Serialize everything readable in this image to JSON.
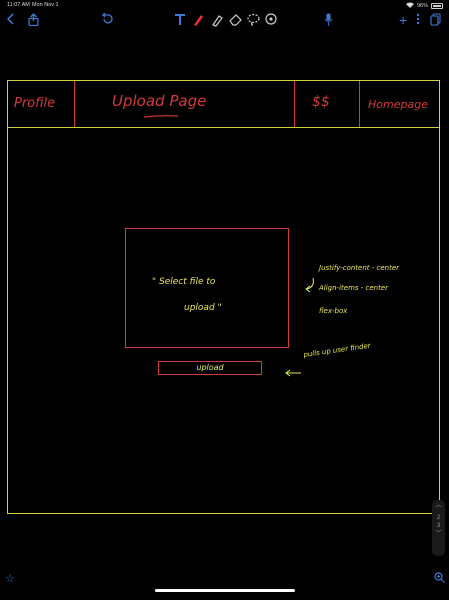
{
  "status": {
    "time": "11:07 AM",
    "date": "Mon Nov 1",
    "battery": "96%"
  },
  "toolbar": {
    "back_icon": "chevron-left-icon",
    "share_icon": "share-icon",
    "undo_icon": "undo-icon",
    "add_label": "+",
    "tools": [
      "text-tool",
      "pen-tool",
      "highlighter-tool",
      "eraser-tool",
      "lasso-tool",
      "shapes-tool"
    ]
  },
  "nav": {
    "profile": "Profile",
    "upload_page": "Upload Page",
    "pricing": "$$",
    "homepage": "Homepage"
  },
  "main": {
    "drop_line1": "\" Select file to",
    "drop_line2": "upload \"",
    "upload_button": "upload"
  },
  "notes": {
    "line1": "Justify-content - center",
    "line2": "Align-items - center",
    "line3": "flex-box",
    "finder": "pulls up user finder"
  },
  "pager": {
    "page2": "2",
    "page3": "3"
  },
  "colors": {
    "accent": "#3d7bd9",
    "sketch_yellow": "#d4cf3a",
    "sketch_red": "#d43a3a",
    "note_yellow": "#e8e855"
  }
}
